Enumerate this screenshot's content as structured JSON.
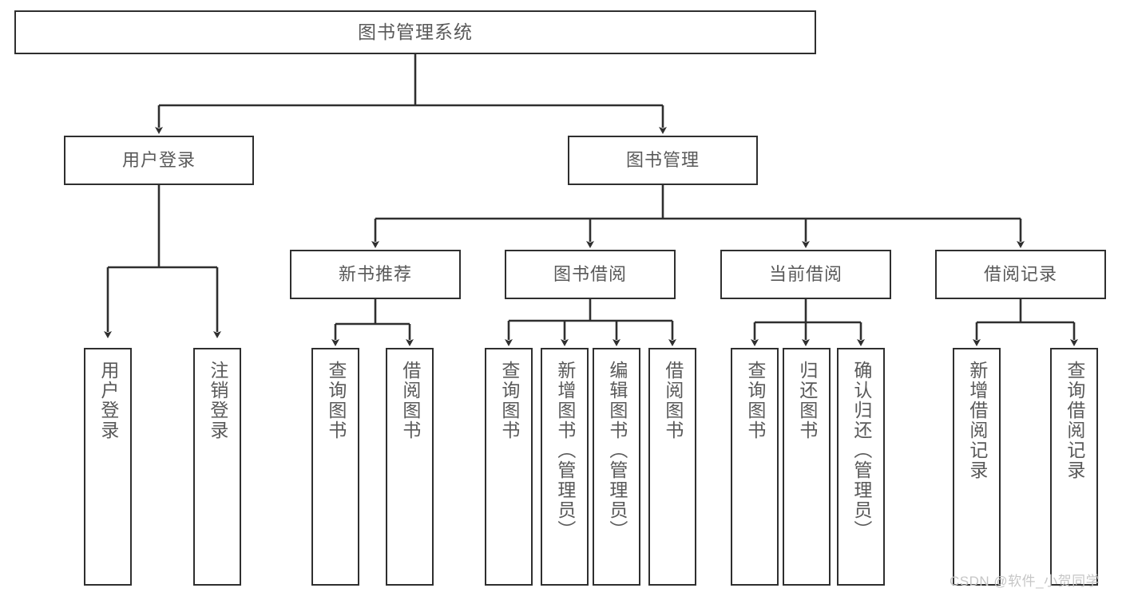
{
  "diagram": {
    "type": "tree-hierarchy-chart",
    "title": "图书管理系统",
    "colors": {
      "box_border": "#2f2f2f",
      "box_fill": "#ffffff",
      "text": "#595959",
      "connector": "#2f2f2f",
      "watermark": "#c6c6c6",
      "background": "#ffffff"
    },
    "levels": {
      "root": {
        "label": "图书管理系统"
      },
      "level2": [
        {
          "label": "用户登录"
        },
        {
          "label": "图书管理"
        }
      ],
      "level3": [
        {
          "label": "新书推荐"
        },
        {
          "label": "图书借阅"
        },
        {
          "label": "当前借阅"
        },
        {
          "label": "借阅记录"
        }
      ],
      "leaves": {
        "user_login": [
          {
            "label": "用户登录"
          },
          {
            "label": "注销登录"
          }
        ],
        "new_book_recommend": [
          {
            "label": "查询图书"
          },
          {
            "label": "借阅图书"
          }
        ],
        "book_borrow": [
          {
            "label": "查询图书"
          },
          {
            "label": "新增图书（管理员）"
          },
          {
            "label": "编辑图书（管理员）"
          },
          {
            "label": "借阅图书"
          }
        ],
        "current_borrow": [
          {
            "label": "查询图书"
          },
          {
            "label": "归还图书"
          },
          {
            "label": "确认归还（管理员）"
          }
        ],
        "borrow_records": [
          {
            "label": "新增借阅记录"
          },
          {
            "label": "查询借阅记录"
          }
        ]
      }
    }
  },
  "watermark": {
    "text": "CSDN @软件_小贺同学"
  }
}
